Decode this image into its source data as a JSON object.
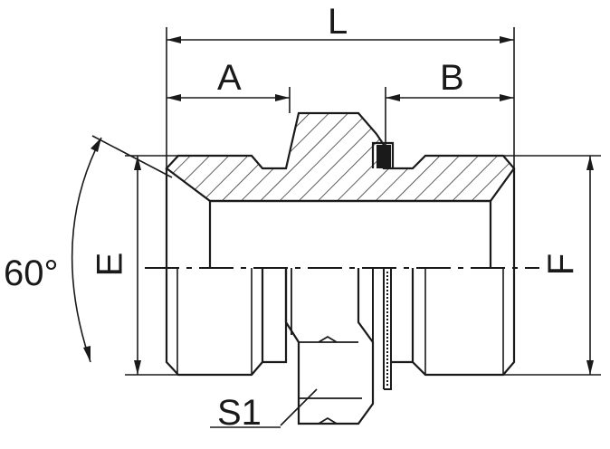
{
  "diagram": {
    "labels": {
      "length": "L",
      "left_thread_length": "A",
      "right_thread_length": "B",
      "left_thread_diameter": "E",
      "right_thread_diameter": "F",
      "hex_size": "S1",
      "cone_angle": "60°"
    },
    "colors": {
      "line": "#1a1a1a",
      "background": "#ffffff",
      "hatch": "#1a1a1a",
      "seal": "#1a1a1a"
    }
  }
}
